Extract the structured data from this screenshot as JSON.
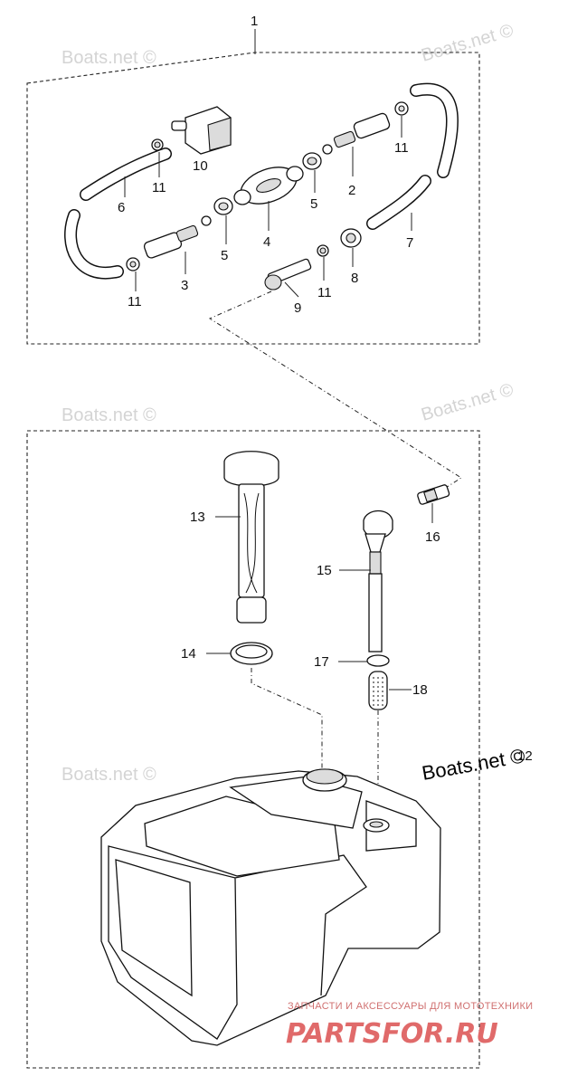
{
  "diagram": {
    "watermark": "Boats.net ©",
    "stamp": "Boats.net ©",
    "brand_tagline": "ЗАПЧАСТИ И АКСЕССУАРЫ ДЛЯ МОТОТЕХНИКИ",
    "brand_logo": "PARTSFOR.RU",
    "callouts": {
      "c1": "1",
      "c2": "2",
      "c3": "3",
      "c4": "4",
      "c5a": "5",
      "c5b": "5",
      "c6": "6",
      "c7": "7",
      "c8": "8",
      "c9": "9",
      "c10": "10",
      "c11a": "11",
      "c11b": "11",
      "c11c": "11",
      "c11d": "11",
      "c12": "12",
      "c13": "13",
      "c14": "14",
      "c15": "15",
      "c16": "16",
      "c17": "17",
      "c18": "18"
    }
  }
}
